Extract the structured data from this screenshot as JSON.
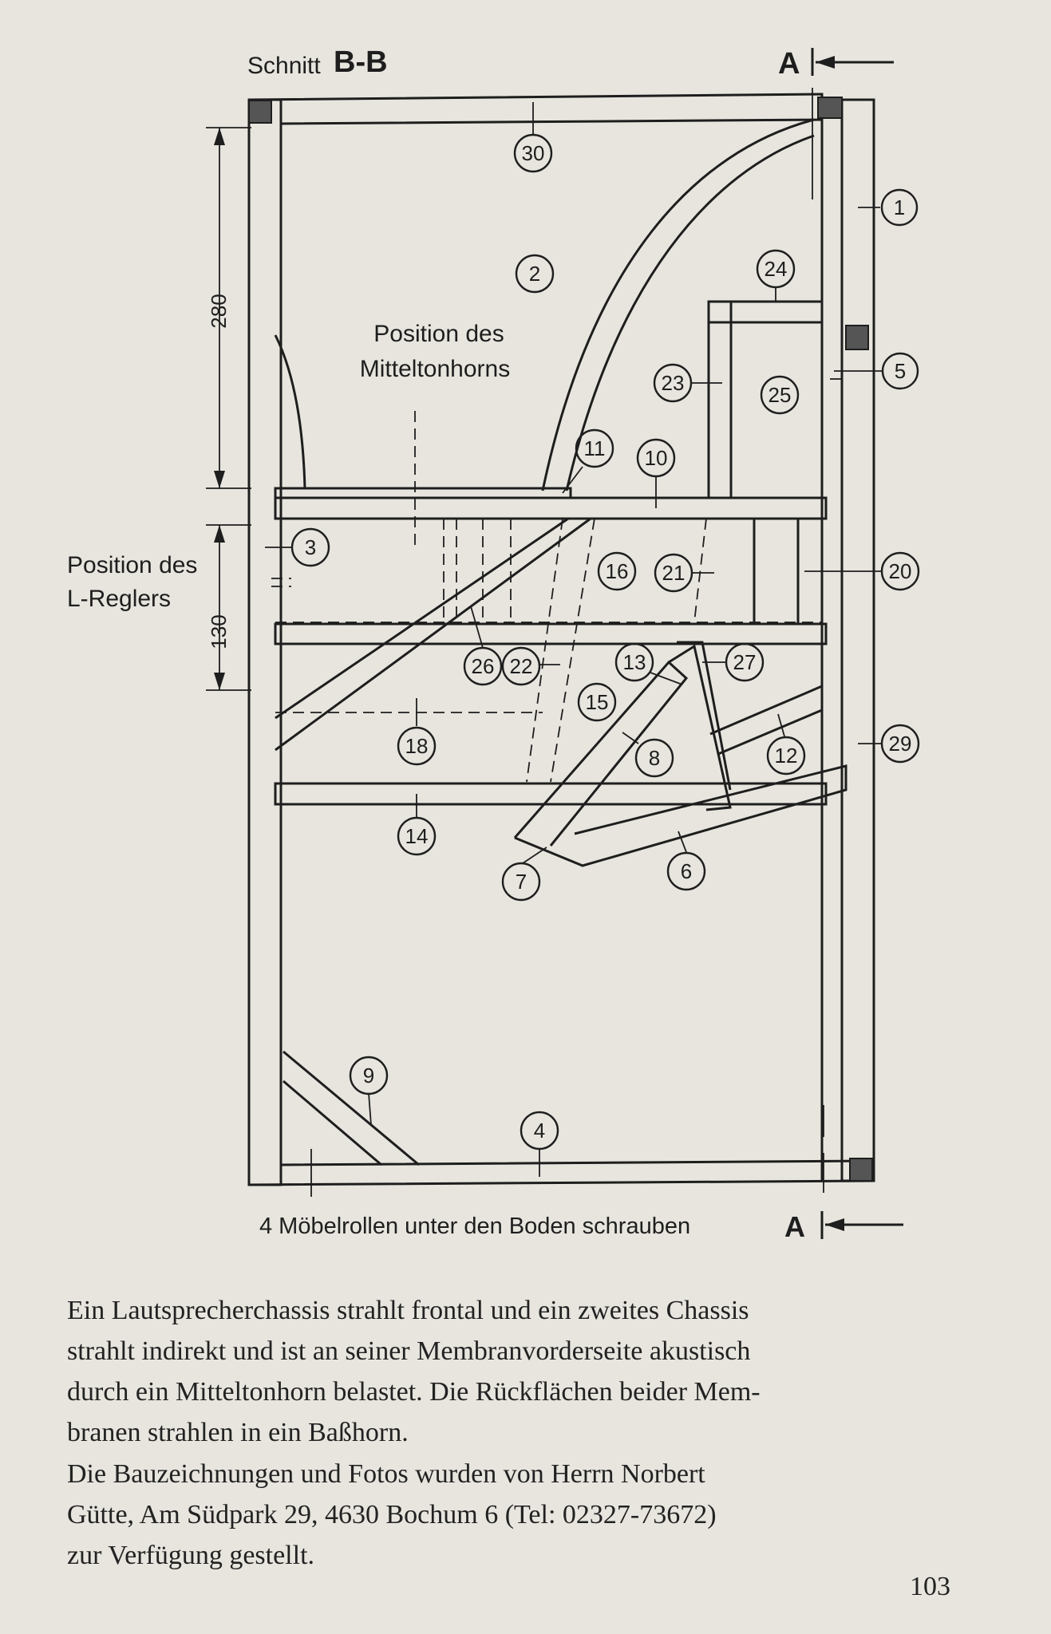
{
  "drawing": {
    "section_label_prefix": "Schnitt",
    "section_label_name": "B-B",
    "section_marker_top": "A",
    "section_marker_bottom": "A",
    "annotation_midrange_horn": [
      "Position des",
      "Mitteltonhorns"
    ],
    "annotation_l_control": [
      "Position des",
      "L-Reglers"
    ],
    "dimension_upper": "280",
    "dimension_lower": "130",
    "footer_note": "4 Möbelrollen unter den Boden schrauben",
    "part_numbers": [
      "1",
      "2",
      "3",
      "4",
      "5",
      "6",
      "7",
      "8",
      "9",
      "10",
      "11",
      "12",
      "13",
      "14",
      "15",
      "16",
      "18",
      "20",
      "21",
      "22",
      "23",
      "24",
      "25",
      "26",
      "27",
      "29",
      "30"
    ]
  },
  "caption": {
    "paragraph_1": [
      "Ein Lautsprecherchassis strahlt frontal und ein zweites Chassis",
      "strahlt indirekt und ist an seiner Membranvorderseite akustisch",
      "durch ein Mitteltonhorn belastet. Die Rückflächen beider Mem-",
      "branen strahlen in ein Baßhorn."
    ],
    "paragraph_2": [
      "Die Bauzeichnungen und Fotos wurden von Herrn Norbert",
      "Gütte, Am Südpark 29, 4630 Bochum 6 (Tel: 02327-73672)",
      "zur Verfügung gestellt."
    ]
  },
  "page_number": "103"
}
